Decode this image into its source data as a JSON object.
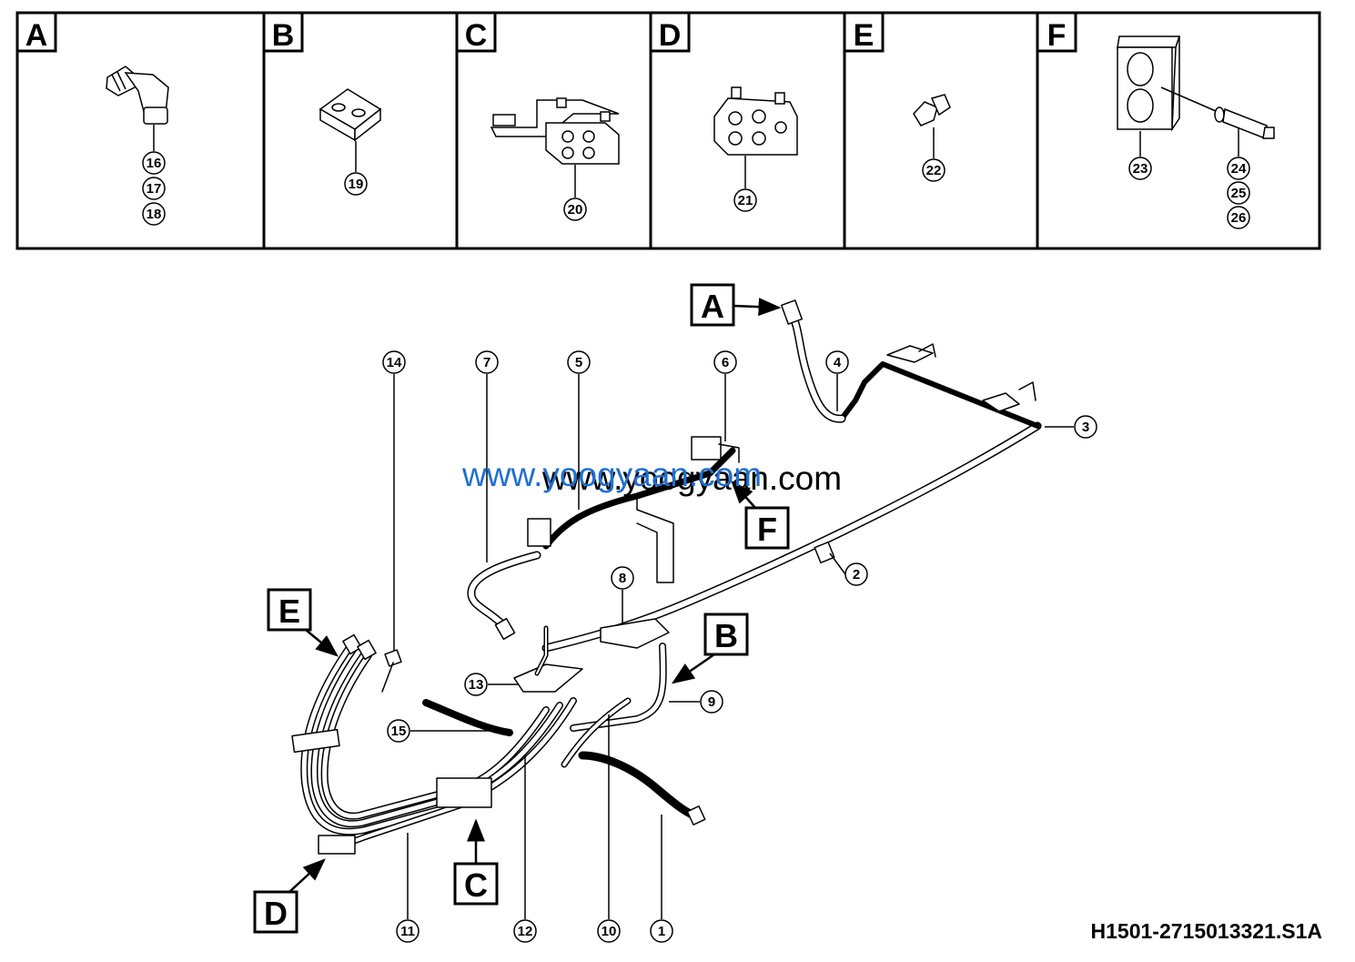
{
  "panels": [
    {
      "letter": "A",
      "callouts": [
        "16",
        "17",
        "18"
      ]
    },
    {
      "letter": "B",
      "callouts": [
        "19"
      ]
    },
    {
      "letter": "C",
      "callouts": [
        "20"
      ]
    },
    {
      "letter": "D",
      "callouts": [
        "21"
      ]
    },
    {
      "letter": "E",
      "callouts": [
        "22"
      ]
    },
    {
      "letter": "F",
      "callouts": [
        "23",
        "24",
        "25",
        "26"
      ]
    }
  ],
  "view_labels": [
    "A",
    "B",
    "C",
    "D",
    "E",
    "F"
  ],
  "callouts": [
    "1",
    "2",
    "3",
    "4",
    "5",
    "6",
    "7",
    "8",
    "9",
    "10",
    "11",
    "12",
    "13",
    "14",
    "15"
  ],
  "watermarks": [
    "www.yoogyaan.com",
    "www.yoogyaan.com"
  ],
  "drawing_code": "H1501-2715013321.S1A",
  "colors": {
    "line": "#000000",
    "watermark_blue": "#1f6fcf",
    "watermark_black": "#000000"
  }
}
